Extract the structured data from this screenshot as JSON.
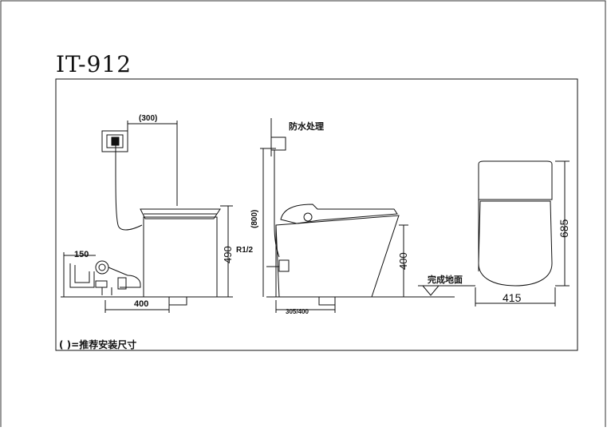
{
  "model": "IT-912",
  "note": "( )=推荐安装尺寸",
  "side_view": {
    "dim_300": "(300)",
    "dim_150": "150",
    "dim_400": "400",
    "dim_490": "490"
  },
  "front_view": {
    "label_waterproof": "防水处理",
    "dim_800": "(800)",
    "label_r12": "R1/2",
    "dim_400": "400",
    "dim_305_400": "305/400",
    "label_floor": "完成地面"
  },
  "end_view": {
    "dim_685": "685",
    "dim_415": "415"
  }
}
